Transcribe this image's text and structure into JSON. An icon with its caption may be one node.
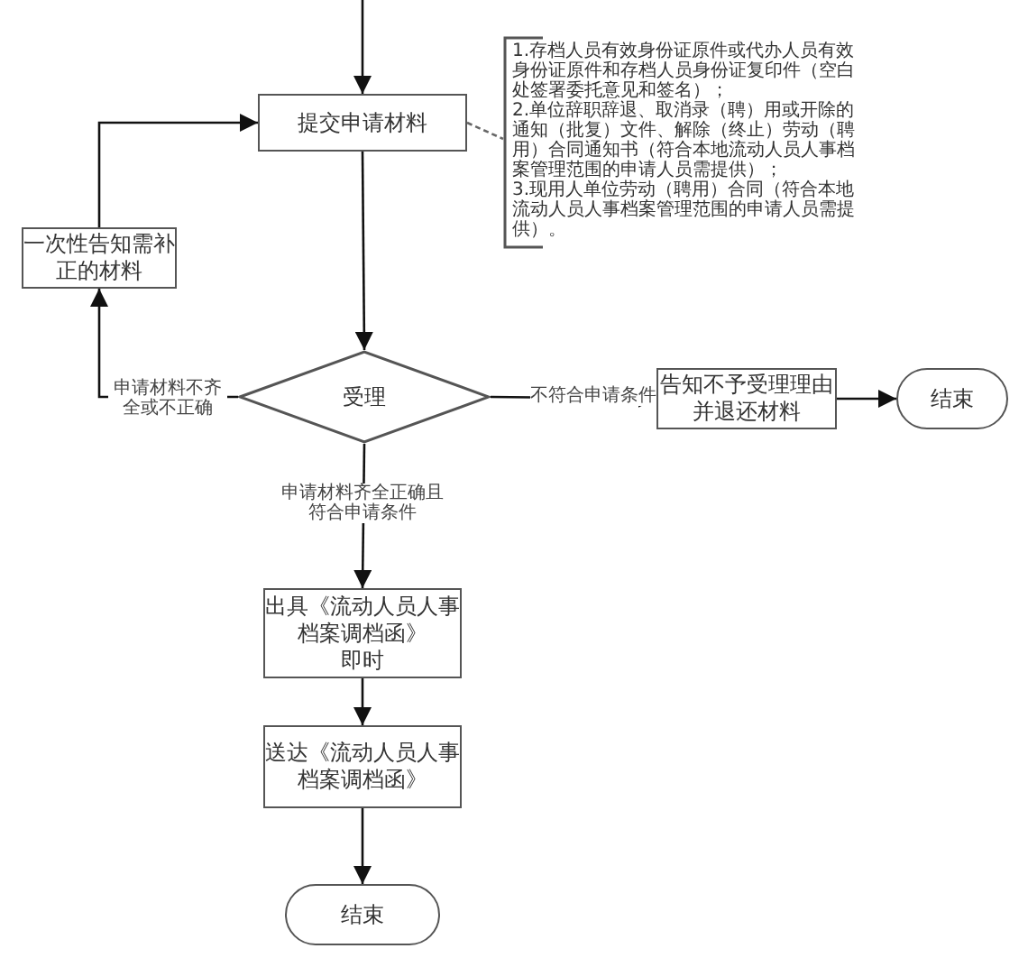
{
  "diagram": {
    "nodes": [
      {
        "text": [
          "提交申请材料"
        ]
      },
      {
        "text": [
          "1.存档人员有效身份证原件或代办人员有效身份证原件和存档人员身份证复印件（空白处签署委托意见和签名）；",
          "2.单位辞职辞退、取消录（聘）用或开除的通知（批复）文件、解除（终止）劳动（聘用）合同通知书（符合本地流动人员人事档案管理范围的申请人员需提供）；",
          "3.现用人单位劳动（聘用）合同（符合本地流动人员人事档案管理范围的申请人员需提供）。"
        ]
      },
      {
        "text": [
          "一次性告知需补正的材料"
        ]
      },
      {
        "text": [
          "受理"
        ]
      },
      {
        "text": [
          "告知不予受理理由并退还材料"
        ]
      },
      {
        "text": [
          "结束"
        ]
      },
      {
        "text": [
          "出具《流动人员人事档案调档函》",
          "即时"
        ]
      },
      {
        "text": [
          "送达《流动人员人事档案调档函》"
        ]
      },
      {
        "text": [
          "结束"
        ]
      }
    ],
    "edges": [
      {
        "from": null,
        "to": 0,
        "arrow": "to"
      },
      {
        "from": 0,
        "to": 1,
        "arrow": "none",
        "style": "dashed"
      },
      {
        "from": 0,
        "to": 3,
        "arrow": "to"
      },
      {
        "from": 3,
        "to": 2,
        "arrow": "to",
        "label": "申请材料不齐全或不正确"
      },
      {
        "from": 2,
        "to": 0,
        "arrow": "to"
      },
      {
        "from": 3,
        "to": 4,
        "arrow": "to",
        "label": "不符合申请条件"
      },
      {
        "from": 4,
        "to": 5,
        "arrow": "to"
      },
      {
        "from": 3,
        "to": 6,
        "arrow": "to",
        "label": "申请材料齐全正确且符合申请条件"
      },
      {
        "from": 6,
        "to": 7,
        "arrow": "to"
      },
      {
        "from": 7,
        "to": 8,
        "arrow": "to"
      }
    ]
  }
}
